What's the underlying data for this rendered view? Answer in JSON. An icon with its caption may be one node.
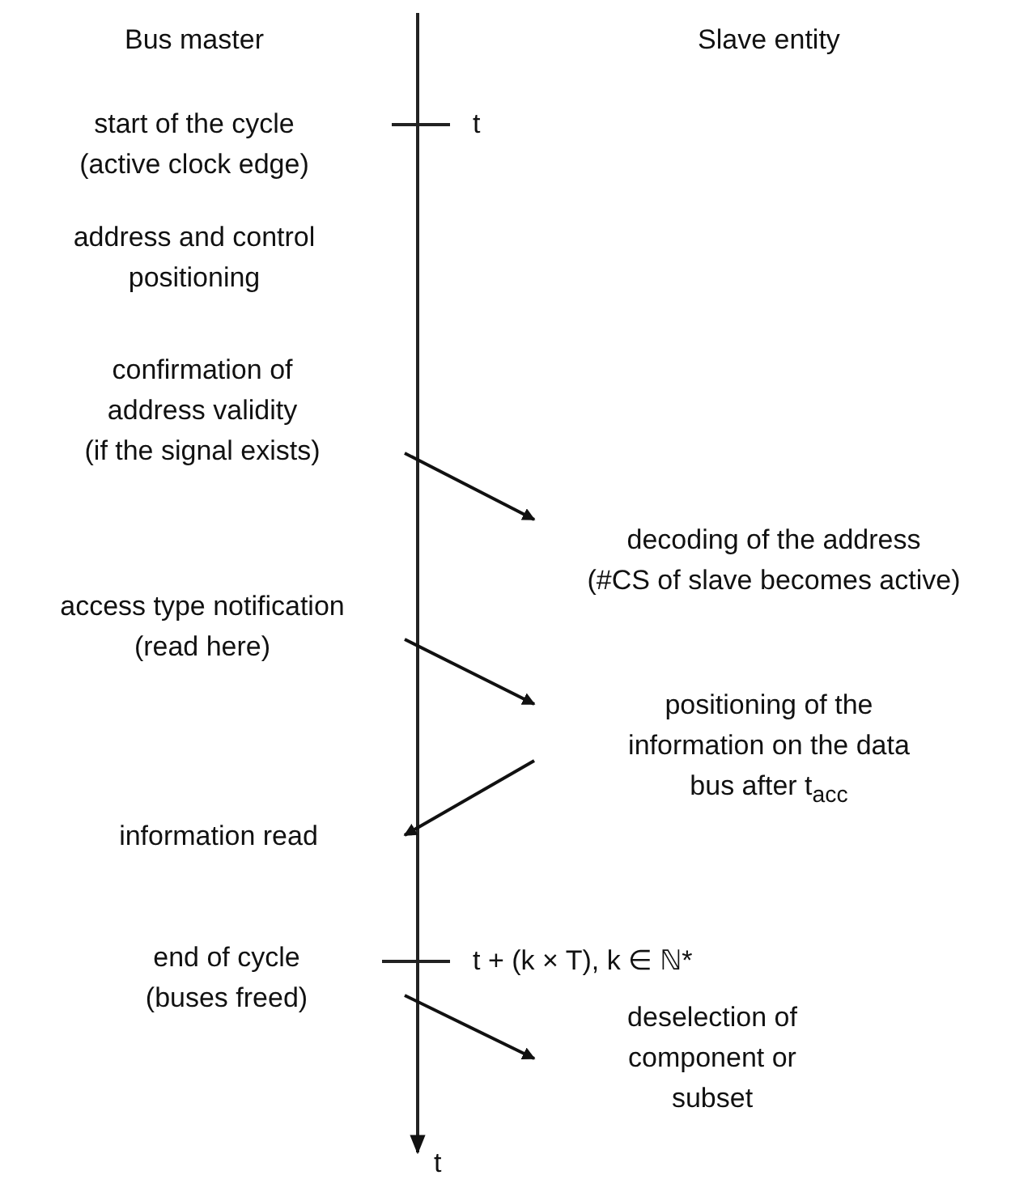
{
  "diagram": {
    "nodes": [
      {
        "text": [
          "start of the cycle",
          "(active clock edge)"
        ]
      },
      {
        "text": [
          "address and control positioning"
        ]
      },
      {
        "text": [
          "confirmation of address validity",
          "(if the signal exists)"
        ]
      },
      {
        "text": [
          "decoding of the address",
          "(#CS of slave becomes active)"
        ]
      },
      {
        "text": [
          "access type notification",
          "(read here)"
        ]
      },
      {
        "text": [
          "positioning of the information on the data bus after t$_{acc}$"
        ]
      },
      {
        "text": [
          "information read"
        ]
      },
      {
        "text": [
          "end of cycle",
          "(buses freed)"
        ]
      },
      {
        "text": [
          "deselection of component or subset"
        ]
      }
    ],
    "edges": [
      {
        "from": 2,
        "to": 3,
        "arrow": "to"
      },
      {
        "from": 4,
        "to": 5,
        "arrow": "to"
      },
      {
        "from": 5,
        "to": 6,
        "arrow": "to"
      },
      {
        "from": 7,
        "to": 8,
        "arrow": "to"
      }
    ],
    "labels": [
      "Bus master",
      "Slave entity",
      "t",
      "t + (k × T), k ∈ ℕ*",
      "t"
    ]
  }
}
